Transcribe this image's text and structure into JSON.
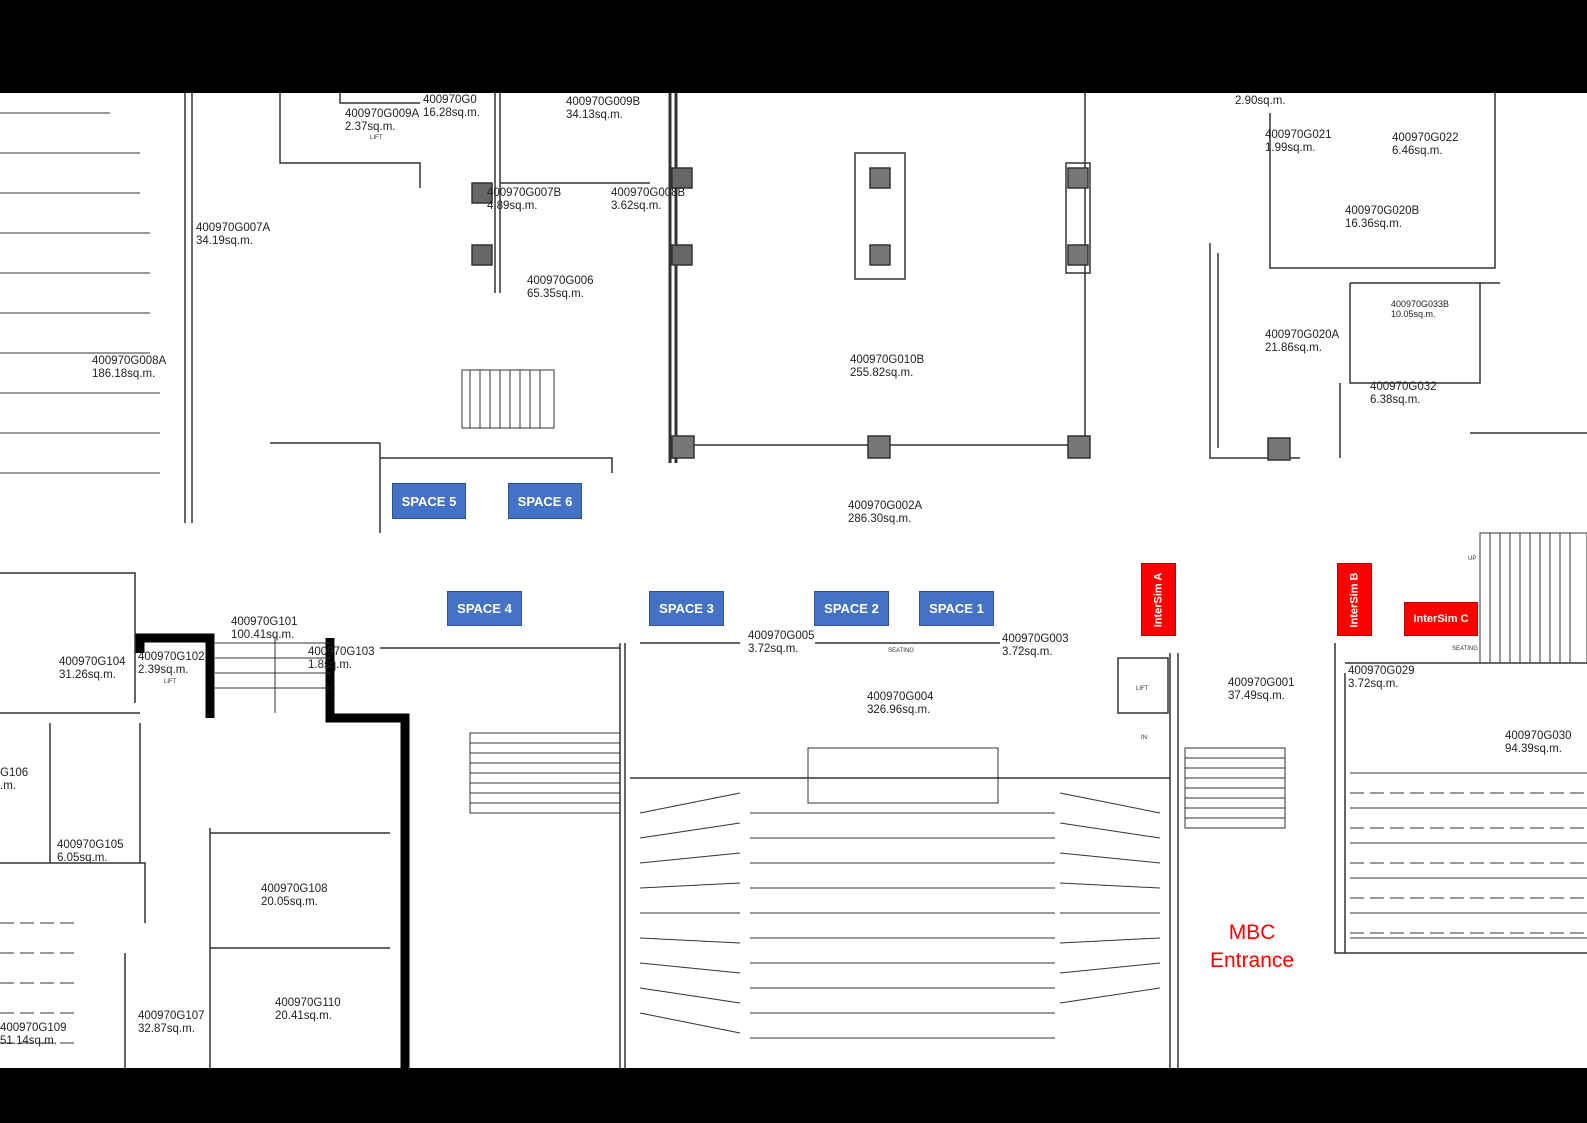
{
  "rooms": [
    {
      "code": "400970G009A",
      "area": "2.37sq.m."
    },
    {
      "code": "400970G0",
      "area": "16.28sq.m."
    },
    {
      "code": "400970G009B",
      "area": "34.13sq.m."
    },
    {
      "code": "400970G007A",
      "area": "34.19sq.m."
    },
    {
      "code": "400970G007B",
      "area": "4.89sq.m."
    },
    {
      "code": "400970G008B",
      "area": "3.62sq.m."
    },
    {
      "code": "400970G006",
      "area": "65.35sq.m."
    },
    {
      "code": "400970G008A",
      "area": "186.18sq.m."
    },
    {
      "code": "400970G010B",
      "area": "255.82sq.m."
    },
    {
      "code": "400970G002A",
      "area": "286.30sq.m."
    },
    {
      "code": "",
      "area": "2.90sq.m."
    },
    {
      "code": "400970G021",
      "area": "1.99sq.m."
    },
    {
      "code": "400970G022",
      "area": "6.46sq.m."
    },
    {
      "code": "400970G020B",
      "area": "16.36sq.m."
    },
    {
      "code": "400970G033B",
      "area": "10.05sq.m."
    },
    {
      "code": "400970G020A",
      "area": "21.86sq.m."
    },
    {
      "code": "400970G032",
      "area": "6.38sq.m."
    },
    {
      "code": "400970G101",
      "area": "100.41sq.m."
    },
    {
      "code": "400970G104",
      "area": "31.26sq.m."
    },
    {
      "code": "400970G102",
      "area": "2.39sq.m."
    },
    {
      "code": "400970G103",
      "area": "1.8sq.m."
    },
    {
      "code": "400970G005",
      "area": "3.72sq.m."
    },
    {
      "code": "400970G003",
      "area": "3.72sq.m."
    },
    {
      "code": "400970G004",
      "area": "326.96sq.m."
    },
    {
      "code": "400970G001",
      "area": "37.49sq.m."
    },
    {
      "code": "400970G029",
      "area": "3.72sq.m."
    },
    {
      "code": "400970G030",
      "area": "94.39sq.m."
    },
    {
      "code": "G106",
      "area": ".m."
    },
    {
      "code": "400970G105",
      "area": "6.05sq.m."
    },
    {
      "code": "400970G108",
      "area": "20.05sq.m."
    },
    {
      "code": "400970G107",
      "area": "32.87sq.m."
    },
    {
      "code": "400970G110",
      "area": "20.41sq.m."
    },
    {
      "code": "400970G109",
      "area": "51.14sq.m."
    }
  ],
  "spaces": [
    "SPACE 5",
    "SPACE 6",
    "SPACE 4",
    "SPACE 3",
    "SPACE 2",
    "SPACE 1"
  ],
  "intersim": [
    "InterSim A",
    "InterSim B",
    "InterSim C"
  ],
  "entrance": {
    "line1": "MBC",
    "line2": "Entrance"
  },
  "annotations": {
    "lift": "LIFT",
    "seating": "SEATING",
    "up": "UP",
    "in": "IN"
  },
  "colors": {
    "space": "#4472c4",
    "intersim": "#ff0000",
    "entrance": "#ff0000"
  }
}
